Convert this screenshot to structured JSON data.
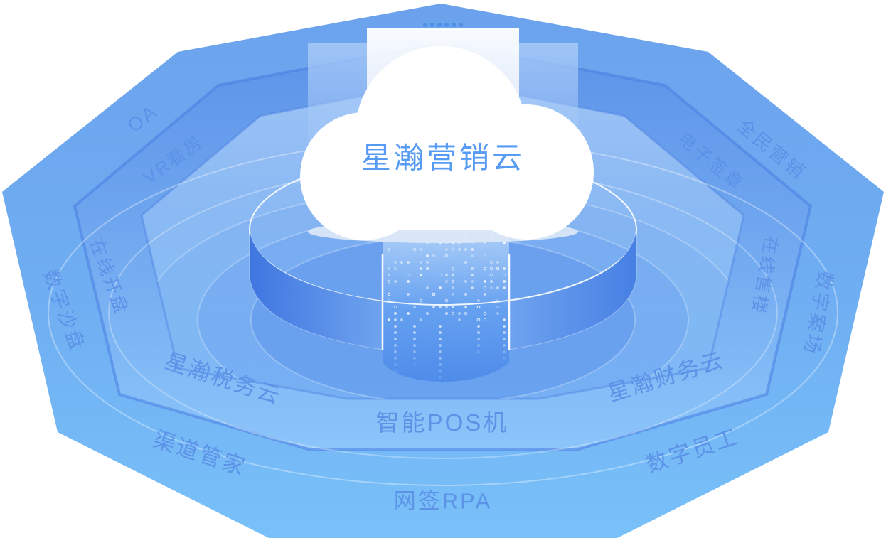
{
  "diagram": {
    "title": "星瀚营销云",
    "outer_ring_labels": [
      "OA",
      "数字沙盘",
      "渠道管家",
      "网签RPA",
      "数字员工",
      "数字案场",
      "全民营销"
    ],
    "inner_ring_labels": [
      "VR看房",
      "在线开盘",
      "星瀚税务云",
      "智能POS机",
      "星瀚财务云",
      "在线售楼",
      "电子签章"
    ],
    "colors": {
      "title_blue": "#579BF3",
      "label_blue": "#5B91E7",
      "outer_ring_top": "#6CA2ED",
      "outer_ring_bottom": "#79C1F9",
      "inner_ring_top": "#5D93E8",
      "inner_ring_bottom": "#8CC5FA",
      "cylinder_wall_dark": "#3F76E0",
      "cylinder_interior": "#4F8CEA",
      "cloud": "#FFFFFF",
      "dash_blue": "#4C8DE7"
    }
  }
}
